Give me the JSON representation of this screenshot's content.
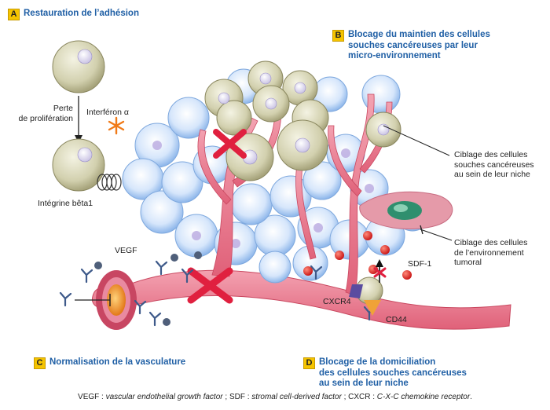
{
  "panels": {
    "A": {
      "letter": "A",
      "title": "Restauration de l’adhésion"
    },
    "B": {
      "letter": "B",
      "title_lines": [
        "Blocage du maintien des cellules",
        "souches cancéreuses par leur",
        "micro-environnement"
      ]
    },
    "C": {
      "letter": "C",
      "title": "Normalisation de la vasculature"
    },
    "D": {
      "letter": "D",
      "title_lines": [
        "Blocage de la domiciliation",
        "des cellules souches cancéreuses",
        "au sein de leur niche"
      ]
    }
  },
  "labels": {
    "perte": [
      "Perte",
      "de prolifération"
    ],
    "interferon": "Interféron α",
    "integrine": "Intégrine bêta1",
    "vegf": "VEGF",
    "sdf1": "SDF-1",
    "cxcr4": "CXCR4",
    "cd44": "CD44",
    "ciblage_souches": [
      "Ciblage des cellules",
      "souches cancéreuses",
      "au sein de leur niche"
    ],
    "ciblage_env": [
      "Ciblage des cellules",
      "de l’environnement",
      "tumoral"
    ]
  },
  "footer": {
    "t1": "VEGF :",
    "t2": "vascular endothelial growth factor",
    "t3": "; SDF :",
    "t4": "stromal cell-derived factor",
    "t5": "; CXCR :",
    "t6": "C-X-C chemokine receptor",
    "t7": "."
  },
  "colors": {
    "panel_title": "#1f5fa5",
    "badge": "#f5c400",
    "stem_cell": "#c9c7a4",
    "tumor_cell": "#b9d3f3",
    "vessel": "#e86a82",
    "inhibition_cross": "#e0203f",
    "sdf_dot": "#e02020",
    "interferon_star": "#f07a18"
  }
}
